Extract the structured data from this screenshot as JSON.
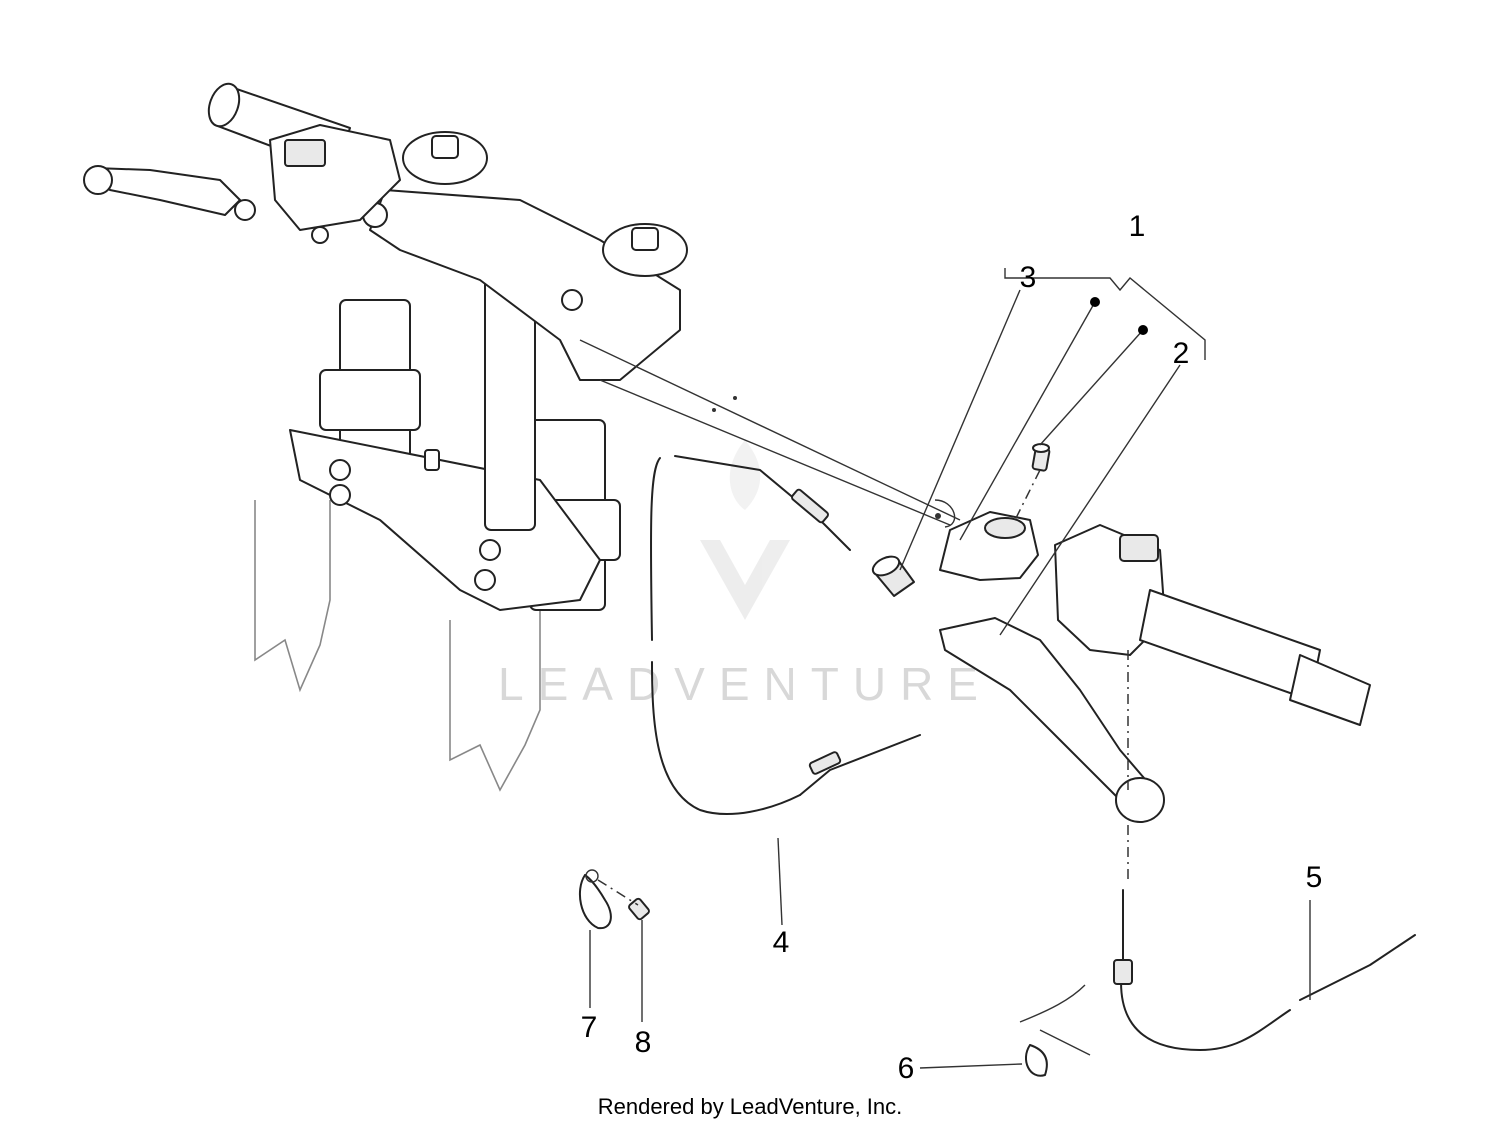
{
  "diagram": {
    "callouts": [
      {
        "id": "1",
        "label": "1"
      },
      {
        "id": "2",
        "label": "2"
      },
      {
        "id": "3",
        "label": "3"
      },
      {
        "id": "4",
        "label": "4"
      },
      {
        "id": "5",
        "label": "5"
      },
      {
        "id": "6",
        "label": "6"
      },
      {
        "id": "7",
        "label": "7"
      },
      {
        "id": "8",
        "label": "8"
      }
    ],
    "watermark": "LEADVENTURE",
    "footer": "Rendered by LeadVenture, Inc."
  }
}
